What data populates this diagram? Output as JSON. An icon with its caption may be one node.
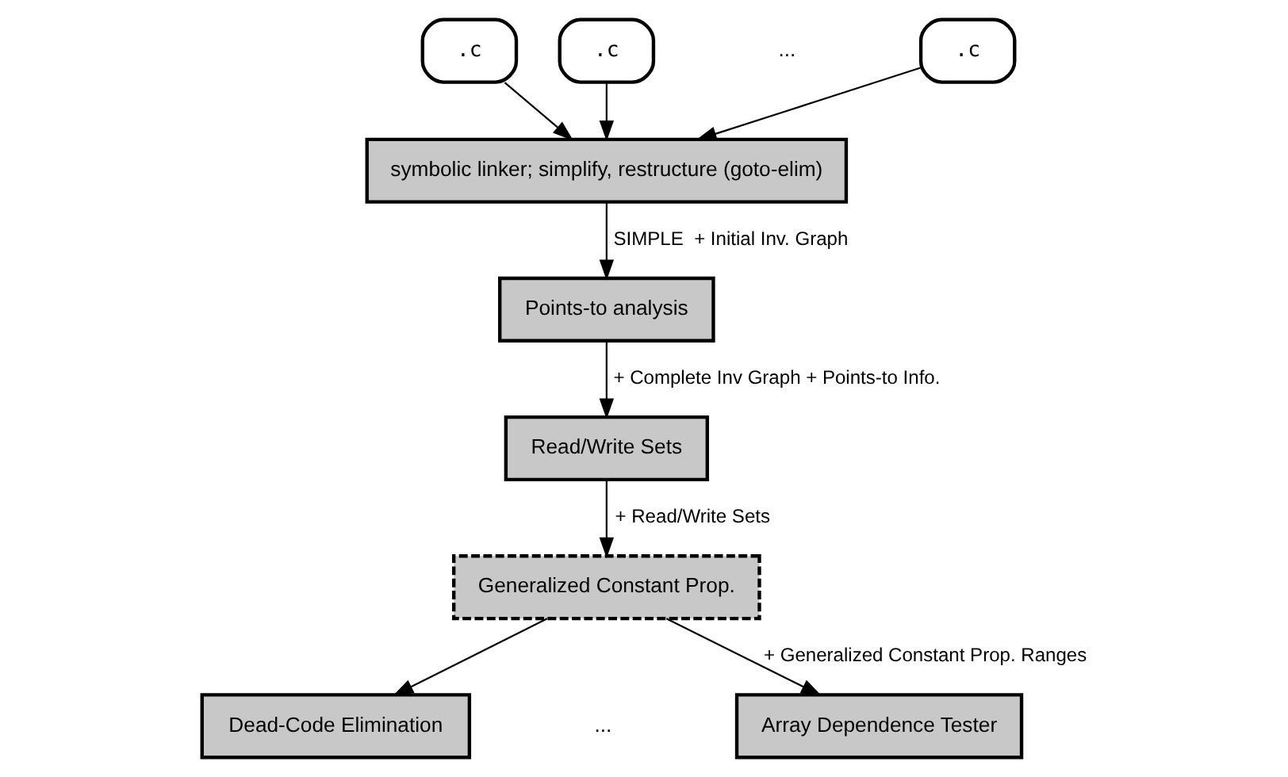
{
  "diagram": {
    "nodes": [
      {
        "text": [
          ".c"
        ]
      },
      {
        "text": [
          ".c"
        ]
      },
      {
        "text": [
          ".c"
        ]
      },
      {
        "text": [
          "symbolic linker; simplify, restructure (goto-elim)"
        ]
      },
      {
        "text": [
          "Points-to analysis"
        ]
      },
      {
        "text": [
          "Read/Write Sets"
        ]
      },
      {
        "text": [
          "Generalized Constant Prop."
        ]
      },
      {
        "text": [
          "Dead-Code Elimination"
        ]
      },
      {
        "text": [
          "Array Dependence Tester"
        ]
      }
    ],
    "edges": [
      {
        "from": 0,
        "to": 3,
        "arrow": "to"
      },
      {
        "from": 1,
        "to": 3,
        "arrow": "to"
      },
      {
        "from": 2,
        "to": 3,
        "arrow": "to"
      },
      {
        "from": 3,
        "to": 4,
        "arrow": "to",
        "label": "SIMPLE  + Initial Inv. Graph"
      },
      {
        "from": 4,
        "to": 5,
        "arrow": "to",
        "label": "+ Complete Inv Graph + Points-to Info."
      },
      {
        "from": 5,
        "to": 6,
        "arrow": "to",
        "label": "+ Read/Write Sets"
      },
      {
        "from": 6,
        "to": 7,
        "arrow": "to"
      },
      {
        "from": 6,
        "to": 8,
        "arrow": "to",
        "label": "+ Generalized Constant Prop. Ranges"
      }
    ],
    "labels": [
      "...",
      "..."
    ]
  }
}
